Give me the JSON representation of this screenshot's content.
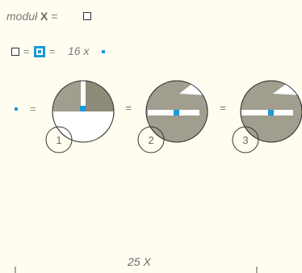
{
  "module_line": {
    "prefix": "moduł",
    "var": "X",
    "eq": "="
  },
  "equation": {
    "eq1": "=",
    "eq2": "=",
    "count": "16 x"
  },
  "dot_line": {
    "eq": "="
  },
  "circles": [
    {
      "number": "1"
    },
    {
      "number": "2"
    },
    {
      "number": "3"
    }
  ],
  "between": [
    "=",
    "="
  ],
  "dimension": {
    "label": "25 X"
  },
  "colors": {
    "accent": "#1a9ad6",
    "fill": "#a09e8e",
    "dark": "#8d8a78",
    "background": "#fffdf0"
  }
}
